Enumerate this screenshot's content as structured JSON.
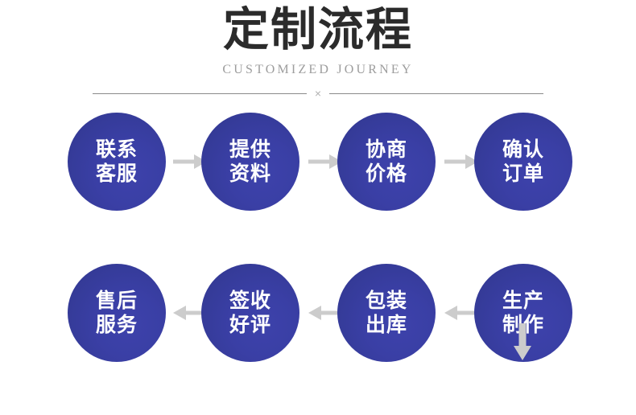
{
  "header": {
    "title": "定制流程",
    "subtitle": "CUSTOMIZED JOURNEY",
    "divider_mark": "×"
  },
  "colors": {
    "node_fill": "#363C9B",
    "node_fill_light": "#3D42AB",
    "node_text": "#FFFFFF",
    "arrow": "#CCCCCC",
    "title_text": "#2B2B2B",
    "subtitle_text": "#9D9D9D",
    "divider_line": "#8A8A8A",
    "background": "#FFFFFF"
  },
  "flow": {
    "rows": [
      {
        "direction": "left-to-right",
        "nodes": [
          {
            "step": 1,
            "line1": "联系",
            "line2": "客服",
            "name": "contact-support"
          },
          {
            "step": 2,
            "line1": "提供",
            "line2": "资料",
            "name": "provide-materials"
          },
          {
            "step": 3,
            "line1": "协商",
            "line2": "价格",
            "name": "negotiate-price"
          },
          {
            "step": 4,
            "line1": "确认",
            "line2": "订单",
            "name": "confirm-order"
          }
        ],
        "connectors": [
          "arrow-right",
          "arrow-right",
          "arrow-right"
        ]
      },
      {
        "direction": "right-to-left",
        "nodes": [
          {
            "step": 8,
            "line1": "售后",
            "line2": "服务",
            "name": "after-sales-service"
          },
          {
            "step": 7,
            "line1": "签收",
            "line2": "好评",
            "name": "sign-and-review"
          },
          {
            "step": 6,
            "line1": "包装",
            "line2": "出库",
            "name": "package-and-ship"
          },
          {
            "step": 5,
            "line1": "生产",
            "line2": "制作",
            "name": "production"
          }
        ],
        "connectors": [
          "arrow-left",
          "arrow-left",
          "arrow-left"
        ]
      }
    ],
    "row_connector": "arrow-down"
  }
}
